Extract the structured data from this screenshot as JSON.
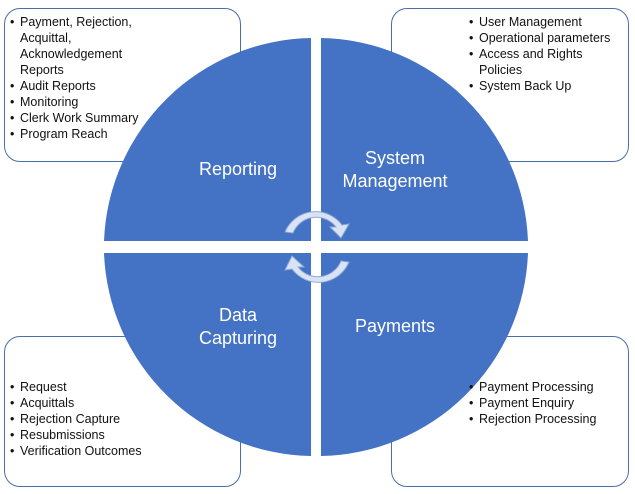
{
  "quadrants": {
    "reporting": {
      "title_lines": [
        "Reporting"
      ],
      "items": [
        "Payment, Rejection, Acquittal, Acknowledgement Reports",
        "Audit Reports",
        "Monitoring",
        "Clerk Work Summary",
        "Program Reach"
      ]
    },
    "system_management": {
      "title_lines": [
        "System",
        "Management"
      ],
      "items": [
        "User Management",
        "Operational parameters",
        "Access and Rights Policies",
        "System Back Up"
      ]
    },
    "data_capturing": {
      "title_lines": [
        "Data",
        "Capturing"
      ],
      "items": [
        "Request",
        "Acquittals",
        "Rejection Capture",
        "Resubmissions",
        "Verification Outcomes"
      ]
    },
    "payments": {
      "title_lines": [
        "Payments"
      ],
      "items": [
        "Payment Processing",
        "Payment Enquiry",
        "Rejection Processing"
      ]
    }
  },
  "colors": {
    "wheel_fill": "#4472c4",
    "box_border": "#4a6fa8",
    "arrow_fill": "#d9e3f4",
    "arrow_stroke": "#8ea9d8"
  }
}
